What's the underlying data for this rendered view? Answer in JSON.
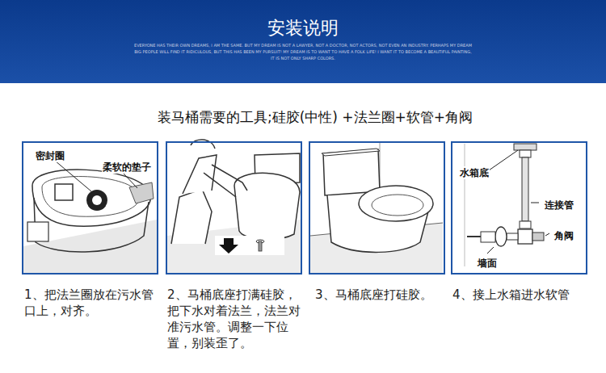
{
  "diagram": {
    "nodes": [
      {
        "text": [
          "安装说明",
          "EVERYONE HAS THEIR OWN DREAMS, I AM THE SAME. BUT MY DREAM IS NOT A LAWYER, NOT A DOCTOR, NOT ACTORS, NOT EVEN AN INDUSTRY. PERHAPS MY DREAM BIG PEOPLE WILL FIND IT RIDICULOUS, BUT THIS HAS BEEN MY PURSUIT! MY DREAM IS TO WANT TO HAVE A FOLK LIFE! I WANT IT TO BECOME A BEAUTIFUL PAINTING, IT IS NOT ONLY SHARP COLORS."
        ]
      },
      {
        "text": [
          "密封圈",
          "柔软的垫子",
          "1、把法兰圈放在污水管口上，对齐。"
        ]
      },
      {
        "text": [
          "2、马桶底座打满硅胶，把下水对着法兰，法兰对准污水管。调整一下位置，别装歪了。"
        ]
      },
      {
        "text": [
          "3、马桶底座打硅胶。"
        ]
      },
      {
        "text": [
          "水箱底",
          "连接管",
          "角阀",
          "墙面",
          "4、接上水箱进水软管"
        ]
      }
    ],
    "labels": [
      "装马桶需要的工具;硅胶(中性) +法兰圈+软管+角阀"
    ]
  }
}
